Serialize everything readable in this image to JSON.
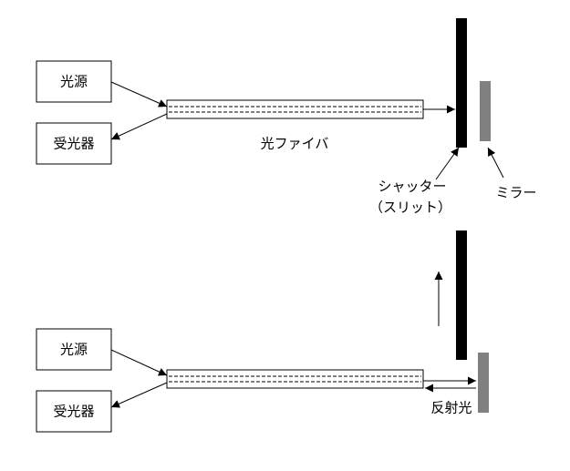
{
  "top": {
    "light_source": "光源",
    "receiver": "受光器",
    "fiber": "光ファイバ",
    "shutter_line1": "シャッター",
    "shutter_line2": "（スリット）",
    "mirror": "ミラー"
  },
  "bottom": {
    "light_source": "光源",
    "receiver": "受光器",
    "reflected": "反射光"
  },
  "colors": {
    "line": "#000000",
    "mirror": "#808080",
    "shutter": "#000000"
  }
}
